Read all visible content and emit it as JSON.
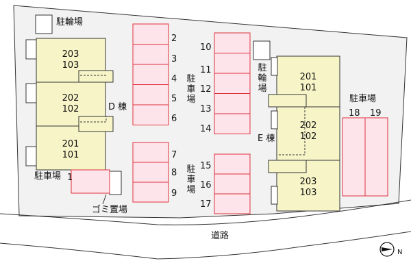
{
  "labels": {
    "bicycle_parking_top": "駐輪場",
    "bicycle_parking_east": "駐輪場",
    "parking_center_upper": "駐車場",
    "parking_center_lower": "駐車場",
    "parking_right": "駐車場",
    "parking_bottom_left": "駐車場",
    "building_d": "D 棟",
    "building_e": "E 棟",
    "garbage": "ゴミ置場",
    "road": "道路",
    "north": "N"
  },
  "buildings": {
    "d": [
      {
        "upper": "203",
        "lower": "103"
      },
      {
        "upper": "202",
        "lower": "102"
      },
      {
        "upper": "201",
        "lower": "101"
      }
    ],
    "e": [
      {
        "upper": "201",
        "lower": "101"
      },
      {
        "upper": "202",
        "lower": "102"
      },
      {
        "upper": "203",
        "lower": "103"
      }
    ]
  },
  "parking_numbers": {
    "col_a": [
      "2",
      "3",
      "4",
      "5",
      "6"
    ],
    "col_b": [
      "7",
      "8",
      "9"
    ],
    "col_c": [
      "10",
      "11",
      "12",
      "13",
      "14"
    ],
    "col_d": [
      "15",
      "16",
      "17"
    ],
    "right": [
      "18",
      "19"
    ],
    "bottom_left": "1"
  },
  "colors": {
    "site_fill": "#f2f2f2",
    "building_fill": "#f7f5c8",
    "parking_fill": "#fde3ea",
    "parking_stroke": "#e0303c"
  }
}
